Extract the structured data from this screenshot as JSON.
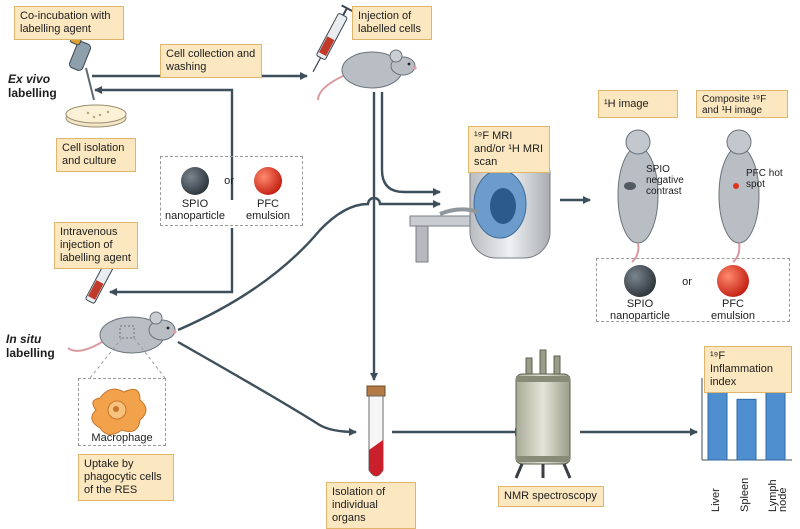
{
  "labels": {
    "coincubation": "Co-incubation with labelling agent",
    "ex_vivo_italic": "Ex vivo",
    "ex_vivo_rest": "labelling",
    "cell_collection": "Cell collection and washing",
    "injection_labelled": "Injection of labelled cells",
    "cell_isolation": "Cell isolation and culture",
    "intravenous": "Intravenous injection of labelling agent",
    "in_situ_italic": "In situ",
    "in_situ_rest": "labelling",
    "macrophage": "Macrophage",
    "uptake": "Uptake by phagocytic cells of the RES",
    "isolation_organs": "Isolation of individual organs",
    "nmr": "NMR spectroscopy",
    "mri_scan": "¹⁹F MRI and/or ¹H MRI scan",
    "h_image": "¹H image",
    "composite": "Composite ¹⁹F and ¹H image",
    "spio_contrast": "SPIO negative contrast",
    "pfc_hotspot": "PFC hot spot",
    "inflammation": "¹⁹F Inflammation index"
  },
  "agents": {
    "spio": "SPIO nanoparticle",
    "or": "or",
    "pfc": "PFC emulsion"
  },
  "colors": {
    "box_fill": "#fbe7c0",
    "box_border": "#e0b46a",
    "arrow": "#3d4f5a",
    "panel": "#bfdcef",
    "spio": "#3e4750",
    "pfc": "#e0321e",
    "bar": "#4f8fcf"
  },
  "chart_data": {
    "type": "bar",
    "title": "¹⁹F Inflammation index",
    "categories": [
      "Liver",
      "Spleen",
      "Lymph node"
    ],
    "values": [
      0.9,
      0.74,
      0.85
    ],
    "ylim": [
      0,
      1
    ]
  }
}
